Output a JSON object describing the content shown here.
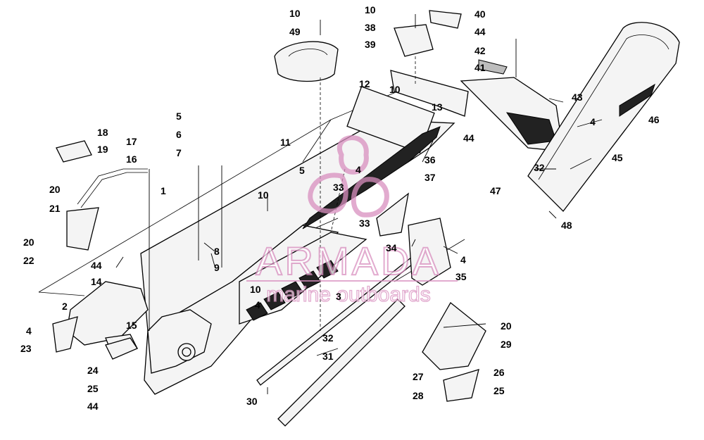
{
  "callouts": [
    "10",
    "49",
    "10",
    "38",
    "39",
    "40",
    "44",
    "42",
    "41",
    "43",
    "4",
    "46",
    "12",
    "10",
    "13",
    "44",
    "45",
    "5",
    "6",
    "7",
    "18",
    "17",
    "19",
    "16",
    "11",
    "36",
    "37",
    "5",
    "4",
    "32",
    "47",
    "48",
    "33",
    "33",
    "34",
    "4",
    "35",
    "1",
    "10",
    "8",
    "9",
    "20",
    "21",
    "20",
    "22",
    "44",
    "14",
    "10",
    "2",
    "4",
    "3",
    "15",
    "4",
    "23",
    "24",
    "25",
    "44",
    "32",
    "31",
    "30",
    "20",
    "29",
    "27",
    "26",
    "28",
    "25"
  ],
  "watermark": {
    "brand": "ARMADA",
    "tagline": "marine outboards",
    "color": "#d98fbf"
  },
  "colors": {
    "line": "#000000",
    "background": "#ffffff",
    "fill_light": "#f4f4f4",
    "fill_dark": "#222222"
  }
}
